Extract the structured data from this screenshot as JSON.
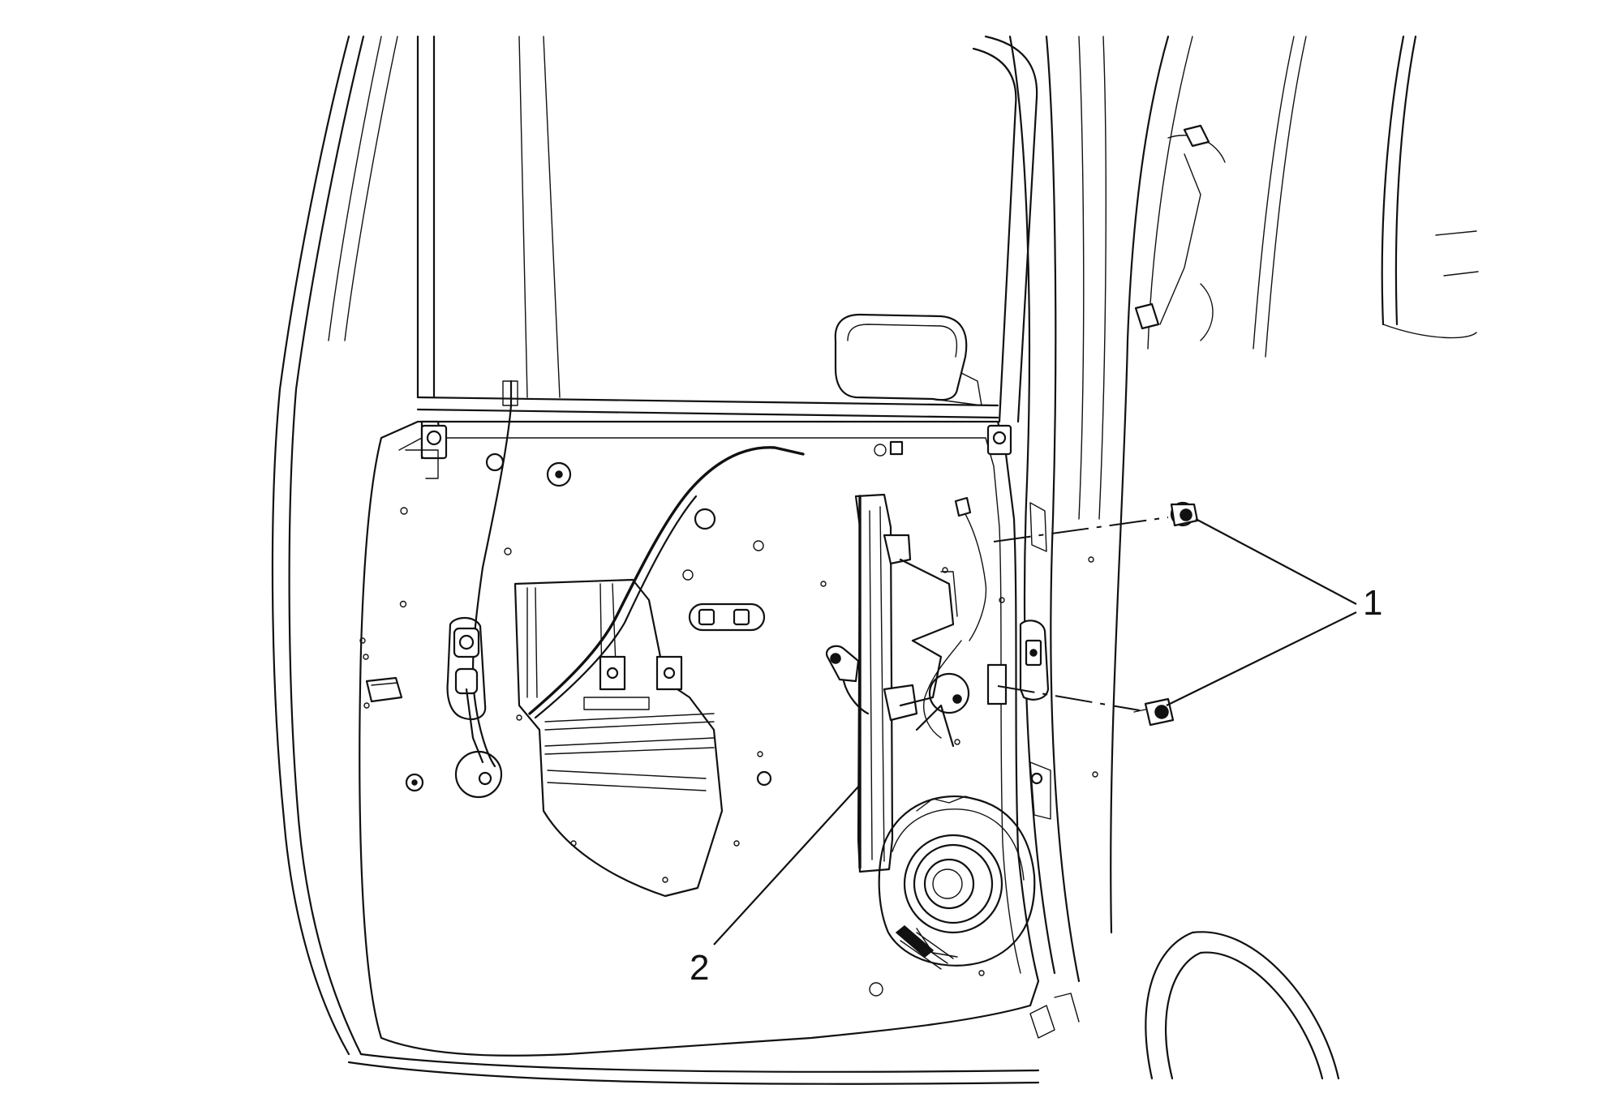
{
  "callouts": [
    {
      "id": "1",
      "label": "1"
    },
    {
      "id": "2",
      "label": "2"
    }
  ],
  "colors": {
    "ink": "#111111",
    "background": "#ffffff"
  }
}
